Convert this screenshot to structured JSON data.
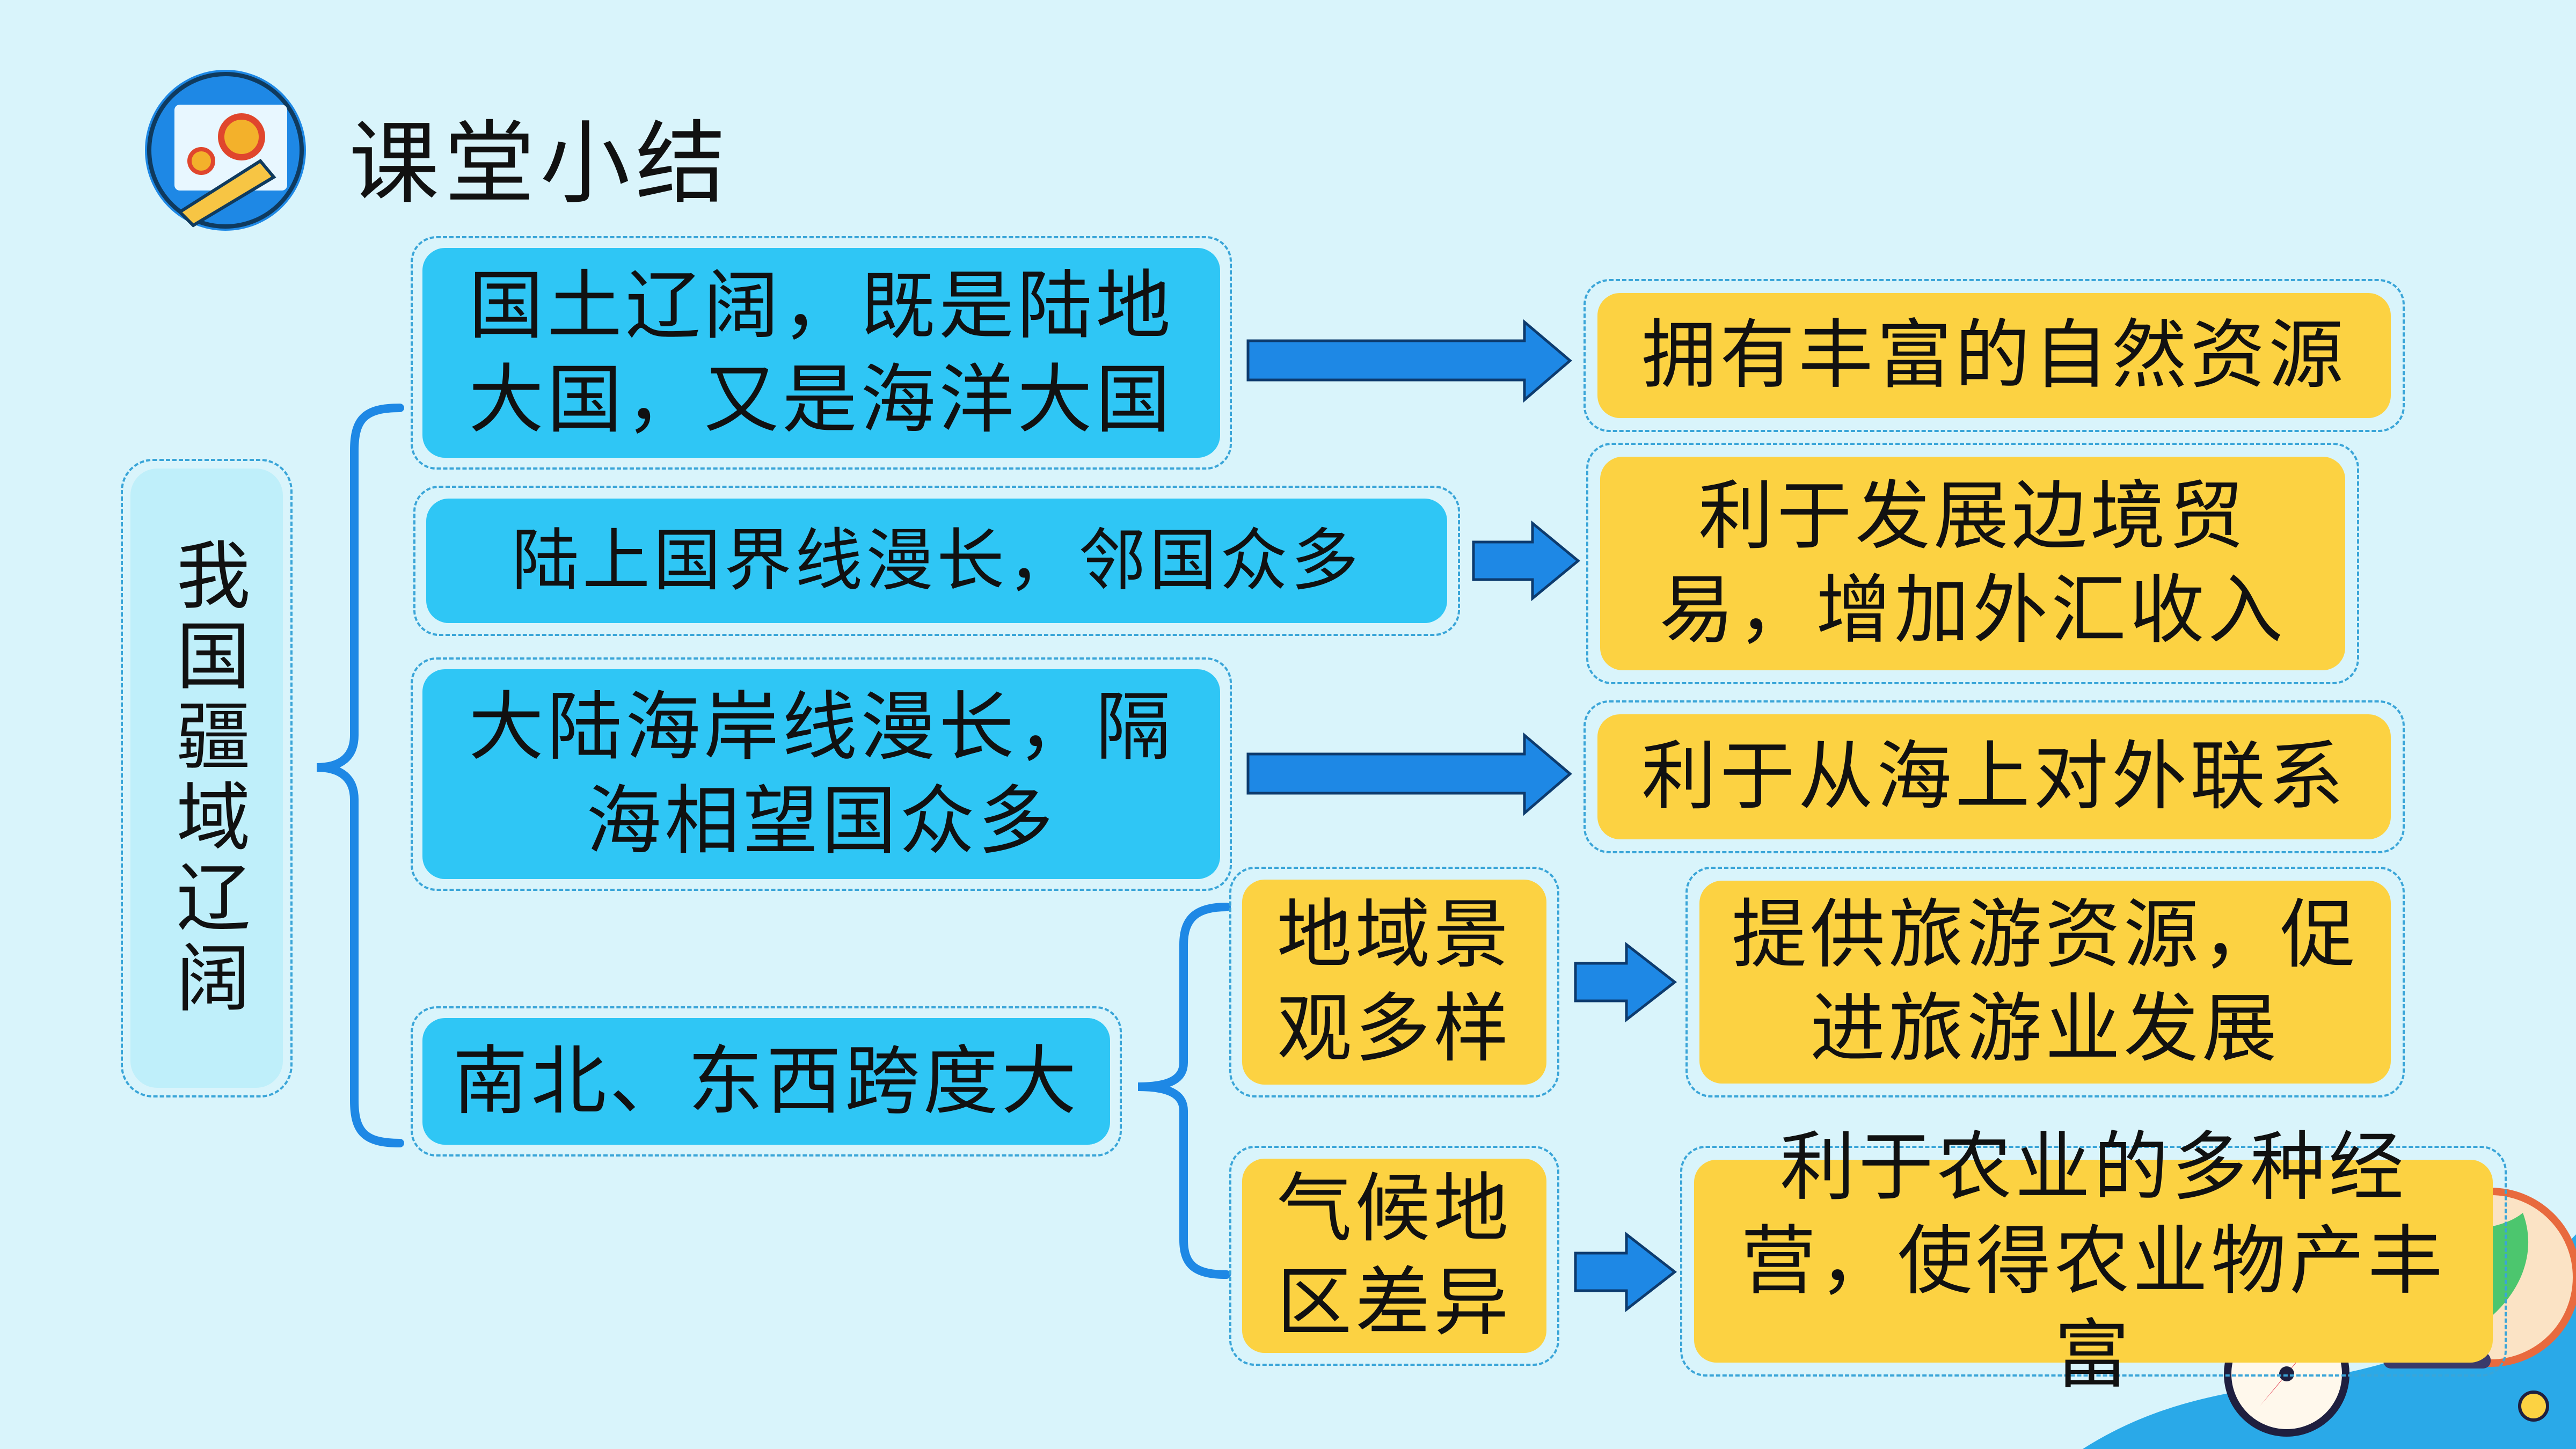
{
  "title": "课堂小结",
  "root": "我国疆域辽阔",
  "features": [
    "国土辽阔，既是陆地大国，又是海洋大国",
    "陆上国界线漫长，邻国众多",
    "大陆海岸线漫长，隔海相望国众多",
    "南北、东西跨度大"
  ],
  "sub_features": [
    "地域景观多样",
    "气候地区差异"
  ],
  "results": [
    "拥有丰富的自然资源",
    "利于发展边境贸易，增加外汇收入",
    "利于从海上对外联系",
    "提供旅游资源，促进旅游业发展",
    "利于农业的多种经营，使得农业物产丰富"
  ],
  "colors": {
    "background": "#d9f4fb",
    "node_blue": "#2fc6f5",
    "node_yellow": "#fcd242",
    "connector": "#1e88e5",
    "border": "#3aa5d8"
  },
  "icons": [
    "gear-blueprint-logo-icon",
    "globe-decoration-icon",
    "compass-decoration-icon"
  ]
}
